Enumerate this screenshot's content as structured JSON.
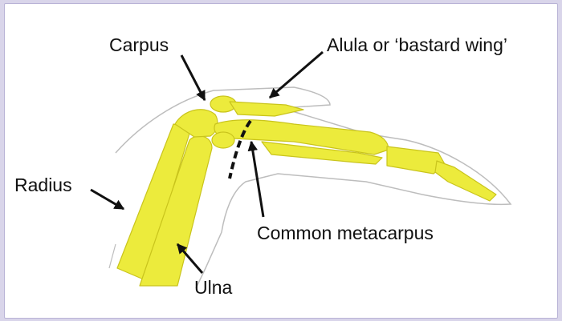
{
  "labels": {
    "carpus": "Carpus",
    "alula": "Alula or ‘bastard wing’",
    "radius": "Radius",
    "common_metacarpus": "Common metacarpus",
    "ulna": "Ulna"
  },
  "colors": {
    "background": "#d9d5ea",
    "frame": "#ffffff",
    "bone": "#eceb3c",
    "bone_edge": "#c9c41c",
    "outline": "#bdbdbd",
    "arrow": "#111111",
    "dashed_line": "#111111"
  }
}
